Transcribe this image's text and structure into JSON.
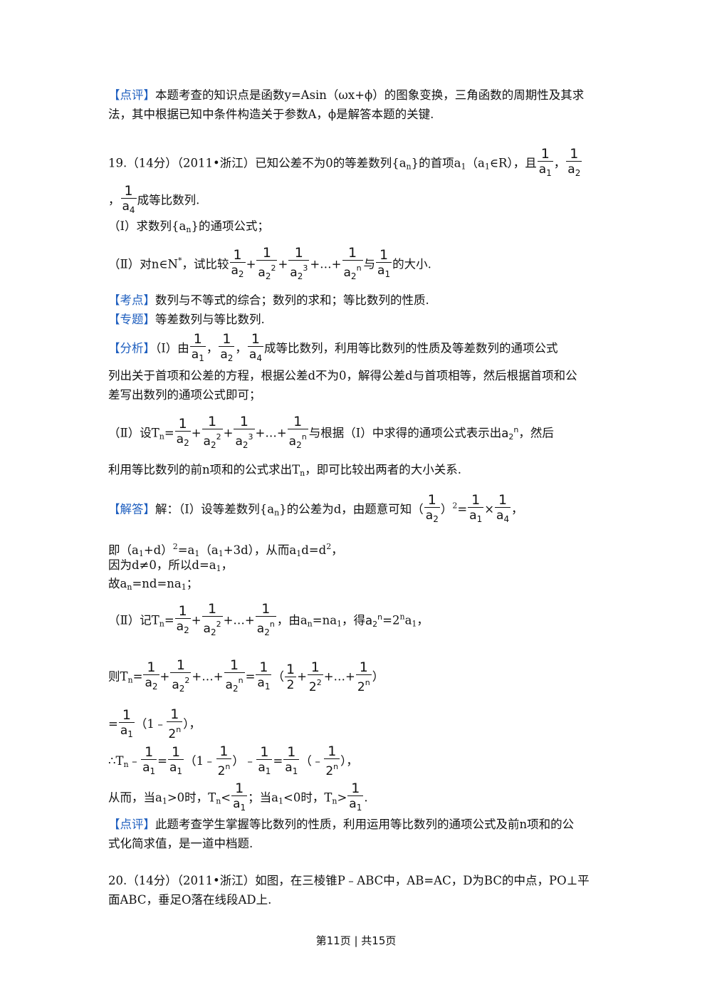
{
  "review_prev": {
    "tag": "【点评】",
    "line1": "本题考查的知识点是函数y=Asin（ωx+ϕ）的图象变换，三角函数的周期性及其求",
    "line2": "法，其中根据已知中条件构造关于参数A，ϕ是解答本题的关键."
  },
  "q19": {
    "header": "19.（14分）（2011•浙江）已知公差不为0的等差数列{a",
    "header_b": "}的首项a",
    "header_c": "（a",
    "header_d": "∈R），且",
    "geo_text": "成等比数列.",
    "part1": "（Ⅰ）求数列{a",
    "part1_b": "}的通项公式；",
    "part2": "（Ⅱ）对n∈N",
    "part2_b": "，试比较",
    "part2_c": "与",
    "part2_d": "的大小."
  },
  "kaodian": {
    "tag": "【考点】",
    "text": "数列与不等式的综合；数列的求和；等比数列的性质."
  },
  "zhuanti": {
    "tag": "【专题】",
    "text": "等差数列与等比数列."
  },
  "fenxi": {
    "tag": "【分析】",
    "a": "（Ⅰ）由",
    "b": "成等比数列，利用等比数列的性质及等差数列的通项公式",
    "line2": "列出关于首项和公差的方程，根据公差d不为0，解得公差d与首项相等，然后根据首项和公",
    "line3": "差写出数列的通项公式即可；",
    "p2a": "（Ⅱ）设T",
    "p2b": "与根据（Ⅰ）中求得的通项公式表示出",
    "p2c": "，然后",
    "line5": "利用等比数列的前n项和的公式求出T",
    "line5b": "，即可比较出两者的大小关系."
  },
  "jieda": {
    "tag": "【解答】",
    "a": "解：（Ⅰ）设等差数列{a",
    "b": "}的公差为d，由题意可知（",
    "l2": "即（a",
    "l2b": "+d）",
    "l2c": "=a",
    "l2d": "（a",
    "l2e": "+3d），从而a",
    "l2f": "d=d",
    "l3": "因为d≠0，所以d=a",
    "l4": "故a",
    "l4b": "=nd=na",
    "p2": "（Ⅱ）记T",
    "p2b": "，由a",
    "p2c": "=na",
    "p2d": "，得",
    "p2e": "=2",
    "p2f": "a",
    "t1": "则T",
    "sum_end": "+…+",
    "ineq": "从而，当a",
    "ineq_b": ">0时，T",
    "ineq_c": "；当a",
    "ineq_d": "<0时，T"
  },
  "review": {
    "tag": "【点评】",
    "line1": "此题考查学生掌握等比数列的性质，利用运用等比数列的通项公式及前n项和的公",
    "line2": "式化简求值，是一道中档题."
  },
  "q20": {
    "line1": "20.（14分）（2011•浙江）如图，在三棱锥P﹣ABC中，AB=AC，D为BC的中点，PO⊥平",
    "line2": "面ABC，垂足O落在线段AD上."
  },
  "footer": {
    "text": "第11页 | 共15页"
  }
}
